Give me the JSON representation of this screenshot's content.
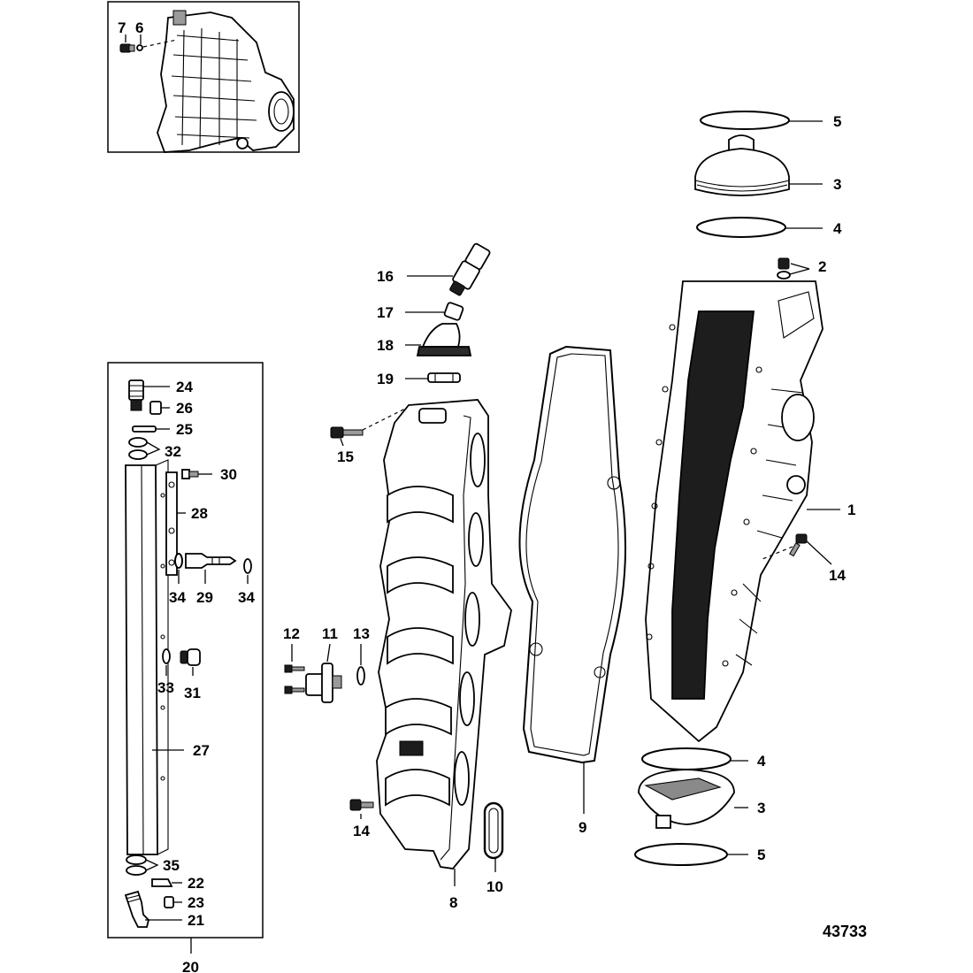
{
  "figure_id": "43733",
  "callouts": {
    "c1": "1",
    "c2": "2",
    "c3a": "3",
    "c3b": "3",
    "c4a": "4",
    "c4b": "4",
    "c5a": "5",
    "c5b": "5",
    "c6": "6",
    "c7": "7",
    "c8": "8",
    "c9": "9",
    "c10": "10",
    "c11": "11",
    "c12": "12",
    "c13": "13",
    "c14a": "14",
    "c14b": "14",
    "c15": "15",
    "c16": "16",
    "c17": "17",
    "c18": "18",
    "c19": "19",
    "c20": "20",
    "c21": "21",
    "c22": "22",
    "c23": "23",
    "c24": "24",
    "c25": "25",
    "c26": "26",
    "c27": "27",
    "c28": "28",
    "c29": "29",
    "c30": "30",
    "c31": "31",
    "c32": "32",
    "c33": "33",
    "c34a": "34",
    "c34b": "34",
    "c35": "35"
  }
}
